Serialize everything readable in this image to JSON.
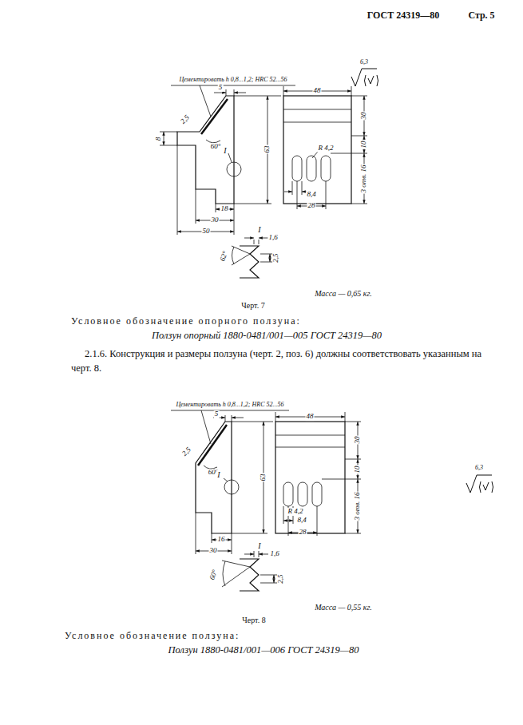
{
  "diagram": {
    "labels": [
      "ГОСТ 24319—80",
      "Стр. 5",
      "6,3",
      "Цементировать h 0,8...1,2; HRC 52...56",
      "5",
      "2,5",
      "60°",
      "8",
      "I",
      "63",
      "18",
      "30",
      "50",
      "48",
      "30",
      "10",
      "R 4,2",
      "8,4",
      "28",
      "3 отв. 16",
      "I",
      "1,6",
      "62°",
      "2,5",
      "Масса — 0,65 кг.",
      "Черт. 7",
      "Условное обозначение опорного ползуна:",
      "Ползун опорный 1880-0481/001—005 ГОСТ 24319—80",
      "2.1.6. Конструкция и размеры ползуна (черт. 2, поз. 6) должны соответствовать указанным на черт. 8.",
      "6,3",
      "Цементировать h 0,8...1,2; HRC 52...56",
      "5",
      "2,5",
      "60°",
      "I",
      "63",
      "30",
      "10",
      "R 4,2",
      "16",
      "30",
      "48",
      "8,4",
      "28",
      "3 отв. 16",
      "I",
      "1,6",
      "60°",
      "2,5",
      "Масса — 0,55 кг.",
      "Черт. 8",
      "Условное обозначение ползуна:",
      "Ползун 1880-0481/001—006 ГОСТ 24319—80"
    ]
  }
}
